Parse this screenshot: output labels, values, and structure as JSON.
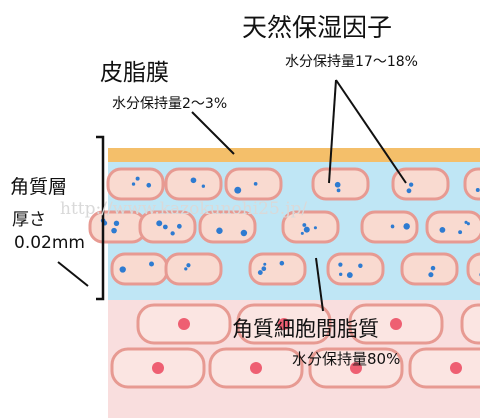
{
  "labels": {
    "natural_moisturizing_factor": "天然保湿因子",
    "nmf_water_retention": "水分保持量17～18%",
    "sebum_membrane": "皮脂膜",
    "sebum_water_retention": "水分保持量2～3%",
    "stratum_corneum": "角質層",
    "thickness_label": "厚さ",
    "thickness_value": "0.02mm",
    "intercellular_lipid": "角質細胞間脂質",
    "lipid_water_retention": "水分保持量80%"
  },
  "watermark": "http://www.kazokunohi25.jp/",
  "colors": {
    "sebum": "#f4bf6a",
    "lipid_layer": "#bfe6f5",
    "corneocyte_fill": "#f9dad0",
    "corneocyte_stroke": "#e79a92",
    "nmf_dot": "#2e7bd1",
    "lower_layer": "#f9dede",
    "lower_cell": "#fbe5e2",
    "nucleus": "#ee5f72"
  }
}
